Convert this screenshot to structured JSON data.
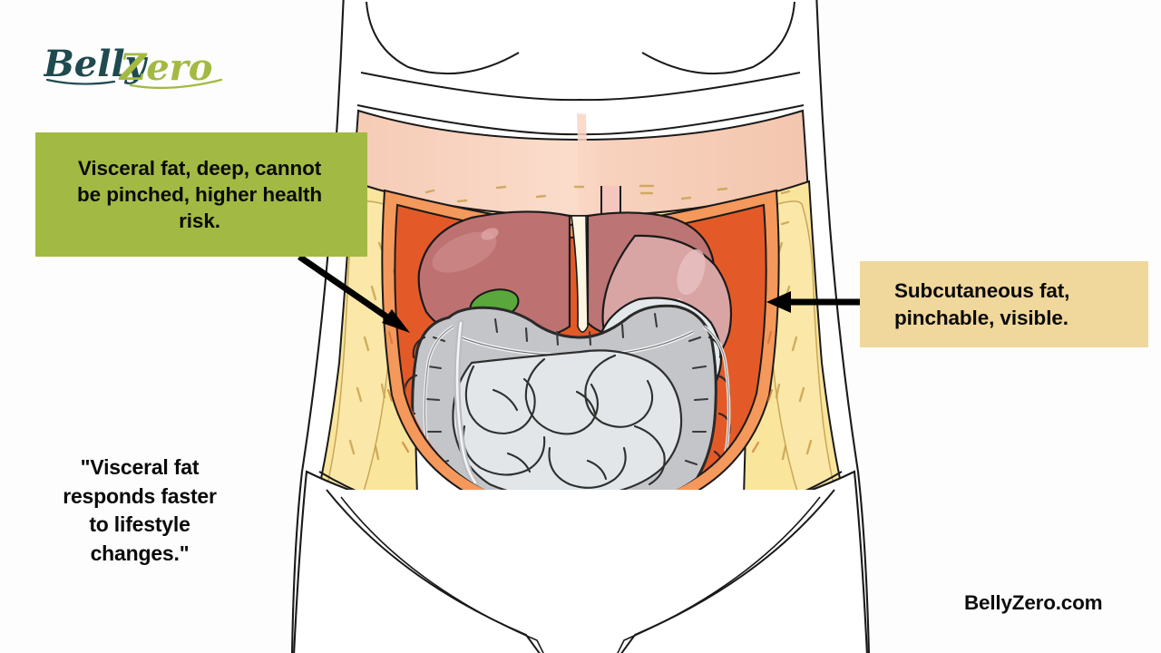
{
  "brand": {
    "logo_primary_text": "Belly",
    "logo_accent_text": "Zero",
    "logo_primary_color": "#1f4a4f",
    "logo_accent_color": "#a2ba43",
    "site_url": "BellyZero.com"
  },
  "background_color": "#fdfdfd",
  "callouts": {
    "visceral": {
      "line1": "Visceral fat, deep, cannot",
      "line2": "be pinched, higher health",
      "line3": "risk.",
      "background_color": "#a2ba43",
      "text_color": "#0a0a0a"
    },
    "subcutaneous": {
      "line1": "Subcutaneous fat,",
      "line2": "pinchable, visible.",
      "background_color": "#f0d79b",
      "text_color": "#0a0a0a"
    }
  },
  "quote": {
    "line1": "\"Visceral fat",
    "line2": "responds faster",
    "line3": "to lifestyle",
    "line4": "changes.\""
  },
  "arrows": {
    "visceral_arrow_color": "#000000",
    "subcutaneous_arrow_color": "#000000"
  },
  "illustration": {
    "title": "Female abdomen cross-section showing fat layers and organs",
    "layers": {
      "skin": "#f5cbb5",
      "subcutaneous_fat": "#fae59c",
      "muscle_outer": "#f4985c",
      "muscle_inner": "#e35a28",
      "liver": "#be7171",
      "stomach": "#d9a4a4",
      "gallbladder": "#5aa83c",
      "spleen_organ": "#e3e9ea",
      "large_intestine": "#c3c5c8",
      "small_intestine": "#e2e6e9",
      "body_outline": "#1a1a1a"
    }
  }
}
